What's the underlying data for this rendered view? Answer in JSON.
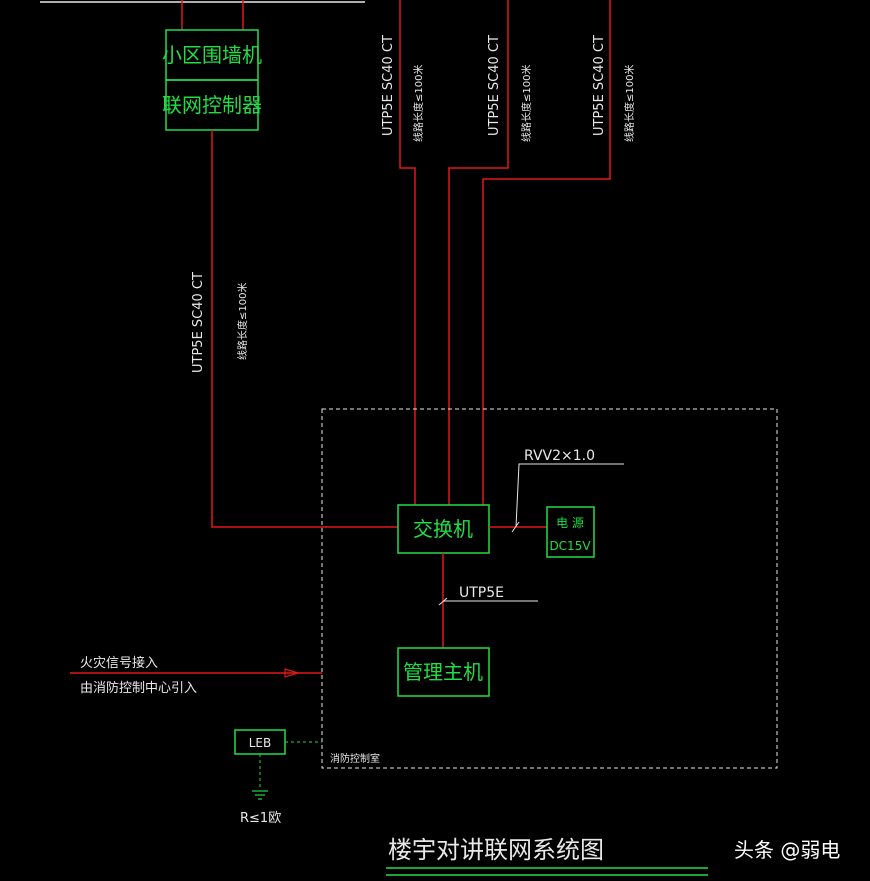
{
  "title": "楼宇对讲联网系统图",
  "watermark": "头条 @弱电",
  "devices": {
    "perimeter_unit": "小区围墙机",
    "network_controller": "联网控制器",
    "switch": "交换机",
    "power_line1": "电 源",
    "power_line2": "DC15V",
    "management_host": "管理主机",
    "leb": "LEB"
  },
  "cables": {
    "riser_cable": "UTP5E SC40 CT",
    "riser_note": "线路长度≤100米",
    "power_cable": "RVV2×1.0",
    "host_cable": "UTP5E"
  },
  "notes": {
    "fire_signal": "火灾信号接入",
    "fire_source": "由消防控制中心引入",
    "control_room": "消防控制室",
    "ground": "R≤1欧"
  },
  "colors": {
    "line": "#e01818",
    "box": "#22dd44",
    "text_white": "#e8e8e8",
    "dashed_frame": "#e8e8e8"
  }
}
